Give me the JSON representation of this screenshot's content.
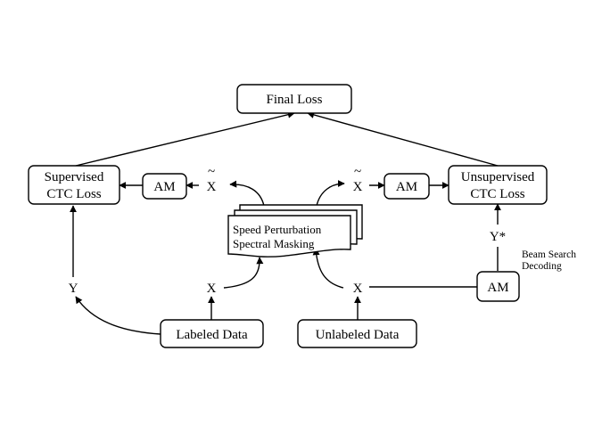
{
  "nodes": {
    "final_loss": "Final Loss",
    "supervised_loss": [
      "Supervised",
      "CTC Loss"
    ],
    "unsupervised_loss": [
      "Unsupervised",
      "CTC Loss"
    ],
    "am_left": "AM",
    "am_right": "AM",
    "am_bottom": "AM",
    "augmentation": [
      "Speed Perturbation",
      "Spectral Masking"
    ],
    "labeled_data": "Labeled Data",
    "unlabeled_data": "Unlabeled Data"
  },
  "variables": {
    "x_tilde_left": "X",
    "x_tilde_right": "X",
    "tilde": "~",
    "x_labeled": "X",
    "x_unlabeled": "X",
    "y_labeled": "Y",
    "y_star": "Y*"
  },
  "annotations": {
    "beam_search": [
      "Beam Search",
      "Decoding"
    ]
  }
}
